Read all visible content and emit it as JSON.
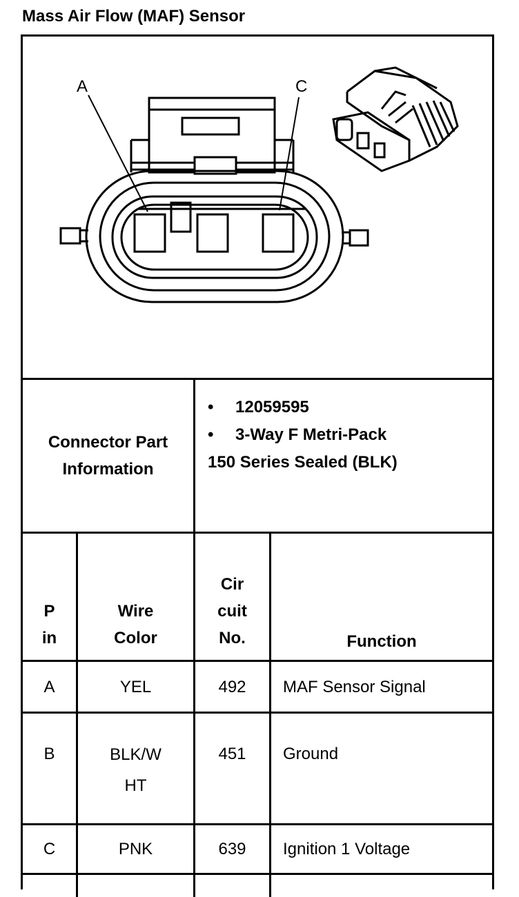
{
  "title": "Mass Air Flow (MAF) Sensor",
  "diagram": {
    "label_a": "A",
    "label_c": "C"
  },
  "connector_info": {
    "label_line1": "Connector Part",
    "label_line2": "Information",
    "bullets": [
      "12059595",
      "3-Way F Metri-Pack"
    ],
    "continuation": "150 Series Sealed (BLK)"
  },
  "table": {
    "headers": {
      "pin": [
        "P",
        "in"
      ],
      "wire_color": [
        "Wire",
        "Color"
      ],
      "circuit": [
        "Cir",
        "cuit",
        "No."
      ],
      "function": "Function"
    },
    "rows": [
      {
        "pin": "A",
        "wire": [
          "YEL"
        ],
        "circuit": "492",
        "function": "MAF Sensor Signal"
      },
      {
        "pin": "B",
        "wire": [
          "BLK/W",
          "HT"
        ],
        "circuit": "451",
        "function": "Ground"
      },
      {
        "pin": "C",
        "wire": [
          "PNK"
        ],
        "circuit": "639",
        "function": "Ignition 1 Voltage"
      }
    ]
  }
}
